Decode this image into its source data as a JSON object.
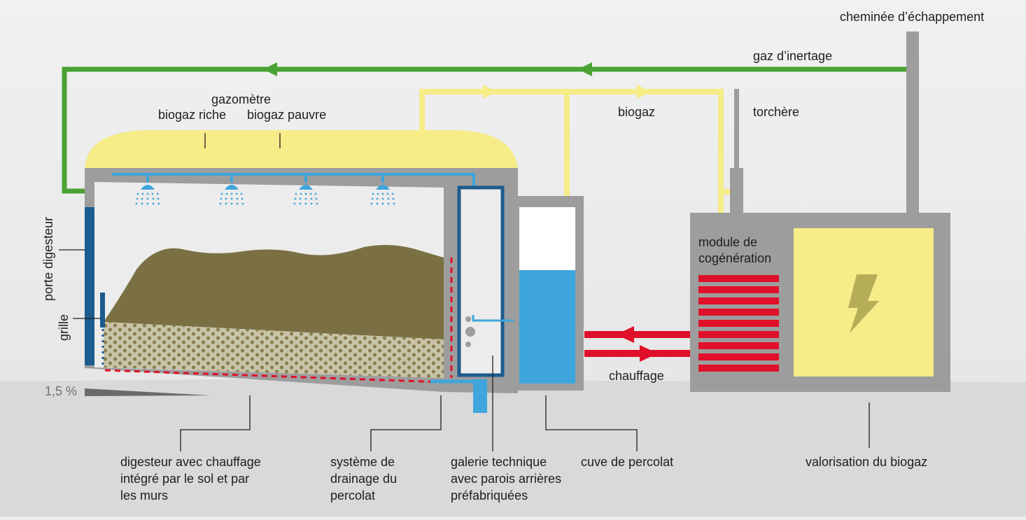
{
  "labels": {
    "chimney": "cheminée d’échappement",
    "inert_gas": "gaz d’inertage",
    "gasometer": "gazomètre",
    "rich_biogas": "biogaz riche",
    "poor_biogas": "biogaz pauvre",
    "biogas": "biogaz",
    "flare": "torchère",
    "digester_door": "porte digesteur",
    "grid": "grille",
    "slope": "1,5 %",
    "chp_line1": "module de",
    "chp_line2": "cogénération",
    "heating": "chauffage",
    "digester_line1": "digesteur avec chauffage",
    "digester_line2": "intégré par le sol et par",
    "digester_line3": "les murs",
    "drainage_line1": "système de",
    "drainage_line2": "drainage du",
    "drainage_line3": "percolat",
    "gallery_line1": "galerie technique",
    "gallery_line2": "avec parois arrières",
    "gallery_line3": "préfabriquées",
    "tank": "cuve de percolat",
    "valorisation": "valorisation du biogaz"
  },
  "colors": {
    "inert_gas_pipe": "#4aa234",
    "biogas": "#f6ec88",
    "heating": "#e0102a",
    "percolate": "#3ea6dc",
    "structure": "#9d9d9d",
    "gallery": "#1c5c8e",
    "substrate": "#7a7043",
    "ground": "#d9d9da"
  },
  "icons": {
    "lightning": "lightning-icon",
    "sprinkler": "sprinkler-icon"
  }
}
